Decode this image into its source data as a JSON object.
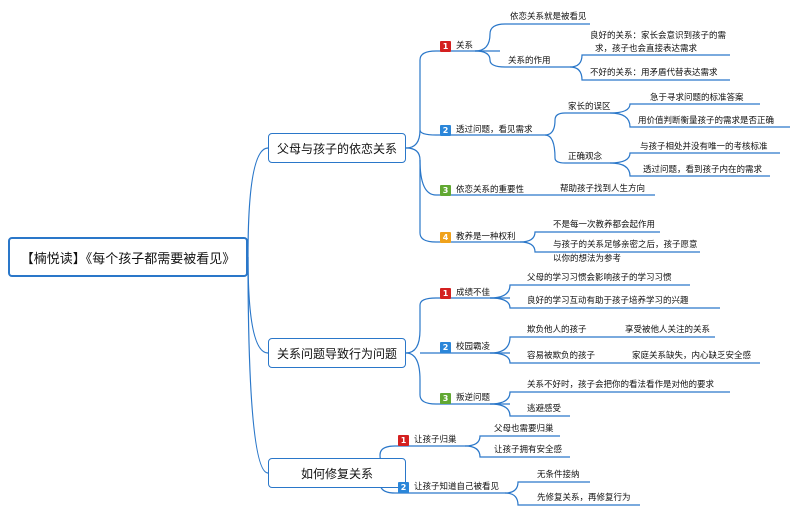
{
  "root": {
    "title": "【楠悦读】《每个孩子都需要被看见》"
  },
  "colors": {
    "wire": "#2a77c9",
    "red": "#d42020",
    "blue": "#2b86d9",
    "green": "#61a832",
    "orange": "#f0a21b"
  },
  "branches": [
    {
      "title": "父母与孩子的依恋关系",
      "sections": [
        {
          "num": "1",
          "label": "关系",
          "items": [
            {
              "text": "依恋关系就是被看见"
            },
            {
              "text": "关系的作用",
              "children": [
                "良好的关系：家长会意识到孩子的需",
                "求，孩子也会直接表达需求",
                "不好的关系：用矛盾代替表达需求"
              ]
            }
          ]
        },
        {
          "num": "2",
          "label": "透过问题，看见需求",
          "items": [
            {
              "text": "家长的误区",
              "children": [
                "急于寻求问题的标准答案",
                "用价值判断衡量孩子的需求是否正确"
              ]
            },
            {
              "text": "正确观念",
              "children": [
                "与孩子相处并没有唯一的考核标准",
                "透过问题，看到孩子内在的需求"
              ]
            }
          ]
        },
        {
          "num": "3",
          "label": "依恋关系的重要性",
          "items": [
            {
              "text": "帮助孩子找到人生方向"
            }
          ]
        },
        {
          "num": "4",
          "label": "教养是一种权利",
          "items": [
            {
              "text": "不是每一次教养都会起作用"
            },
            {
              "text": "与孩子的关系足够亲密之后，孩子愿意"
            },
            {
              "text": "以你的想法为参考"
            }
          ]
        }
      ]
    },
    {
      "title": "关系问题导致行为问题",
      "sections": [
        {
          "num": "1",
          "label": "成绩不佳",
          "items": [
            {
              "text": "父母的学习习惯会影响孩子的学习习惯"
            },
            {
              "text": "良好的学习互动有助于孩子培养学习的兴趣"
            }
          ]
        },
        {
          "num": "2",
          "label": "校园霸凌",
          "items": [
            {
              "text": "欺负他人的孩子",
              "children": [
                "享受被他人关注的关系"
              ]
            },
            {
              "text": "容易被欺负的孩子",
              "children": [
                "家庭关系缺失，内心缺乏安全感"
              ]
            }
          ]
        },
        {
          "num": "3",
          "label": "叛逆问题",
          "items": [
            {
              "text": "关系不好时，孩子会把你的看法看作是对他的要求"
            },
            {
              "text": "逃避感受"
            }
          ]
        }
      ]
    },
    {
      "title": "如何修复关系",
      "sections": [
        {
          "num": "1",
          "label": "让孩子归巢",
          "items": [
            {
              "text": "父母也需要归巢"
            },
            {
              "text": "让孩子拥有安全感"
            }
          ]
        },
        {
          "num": "2",
          "label": "让孩子知道自己被看见",
          "items": [
            {
              "text": "无条件接纳"
            },
            {
              "text": "先修复关系，再修复行为"
            }
          ]
        }
      ]
    }
  ]
}
